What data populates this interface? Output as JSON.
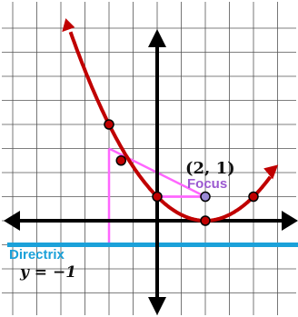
{
  "figure": {
    "focus_point_label": "(2, 1)",
    "focus_label": "Focus",
    "directrix_label": "Directrix",
    "directrix_equation": "y = −1"
  },
  "colors": {
    "parabola": "#c00000",
    "segments": "#ff66ff",
    "directrix": "#1ba1d9",
    "focus_fill": "#9a8ad6",
    "focus_text": "#9b59d0",
    "axes": "#000000",
    "grid": "#555555"
  },
  "chart_data": {
    "type": "scatter",
    "curve": "parabola",
    "vertex": [
      2,
      0
    ],
    "focus": [
      2,
      1
    ],
    "directrix_y": -1,
    "marked_points": [
      [
        -2,
        4
      ],
      [
        -1.5,
        2.5
      ],
      [
        0,
        1
      ],
      [
        2,
        0
      ],
      [
        4,
        1
      ]
    ],
    "distance_points": [
      [
        -2,
        3
      ],
      [
        0,
        1
      ]
    ],
    "xlim": [
      -6.5,
      5.5
    ],
    "ylim": [
      -3.5,
      8.5
    ],
    "grid": true
  }
}
